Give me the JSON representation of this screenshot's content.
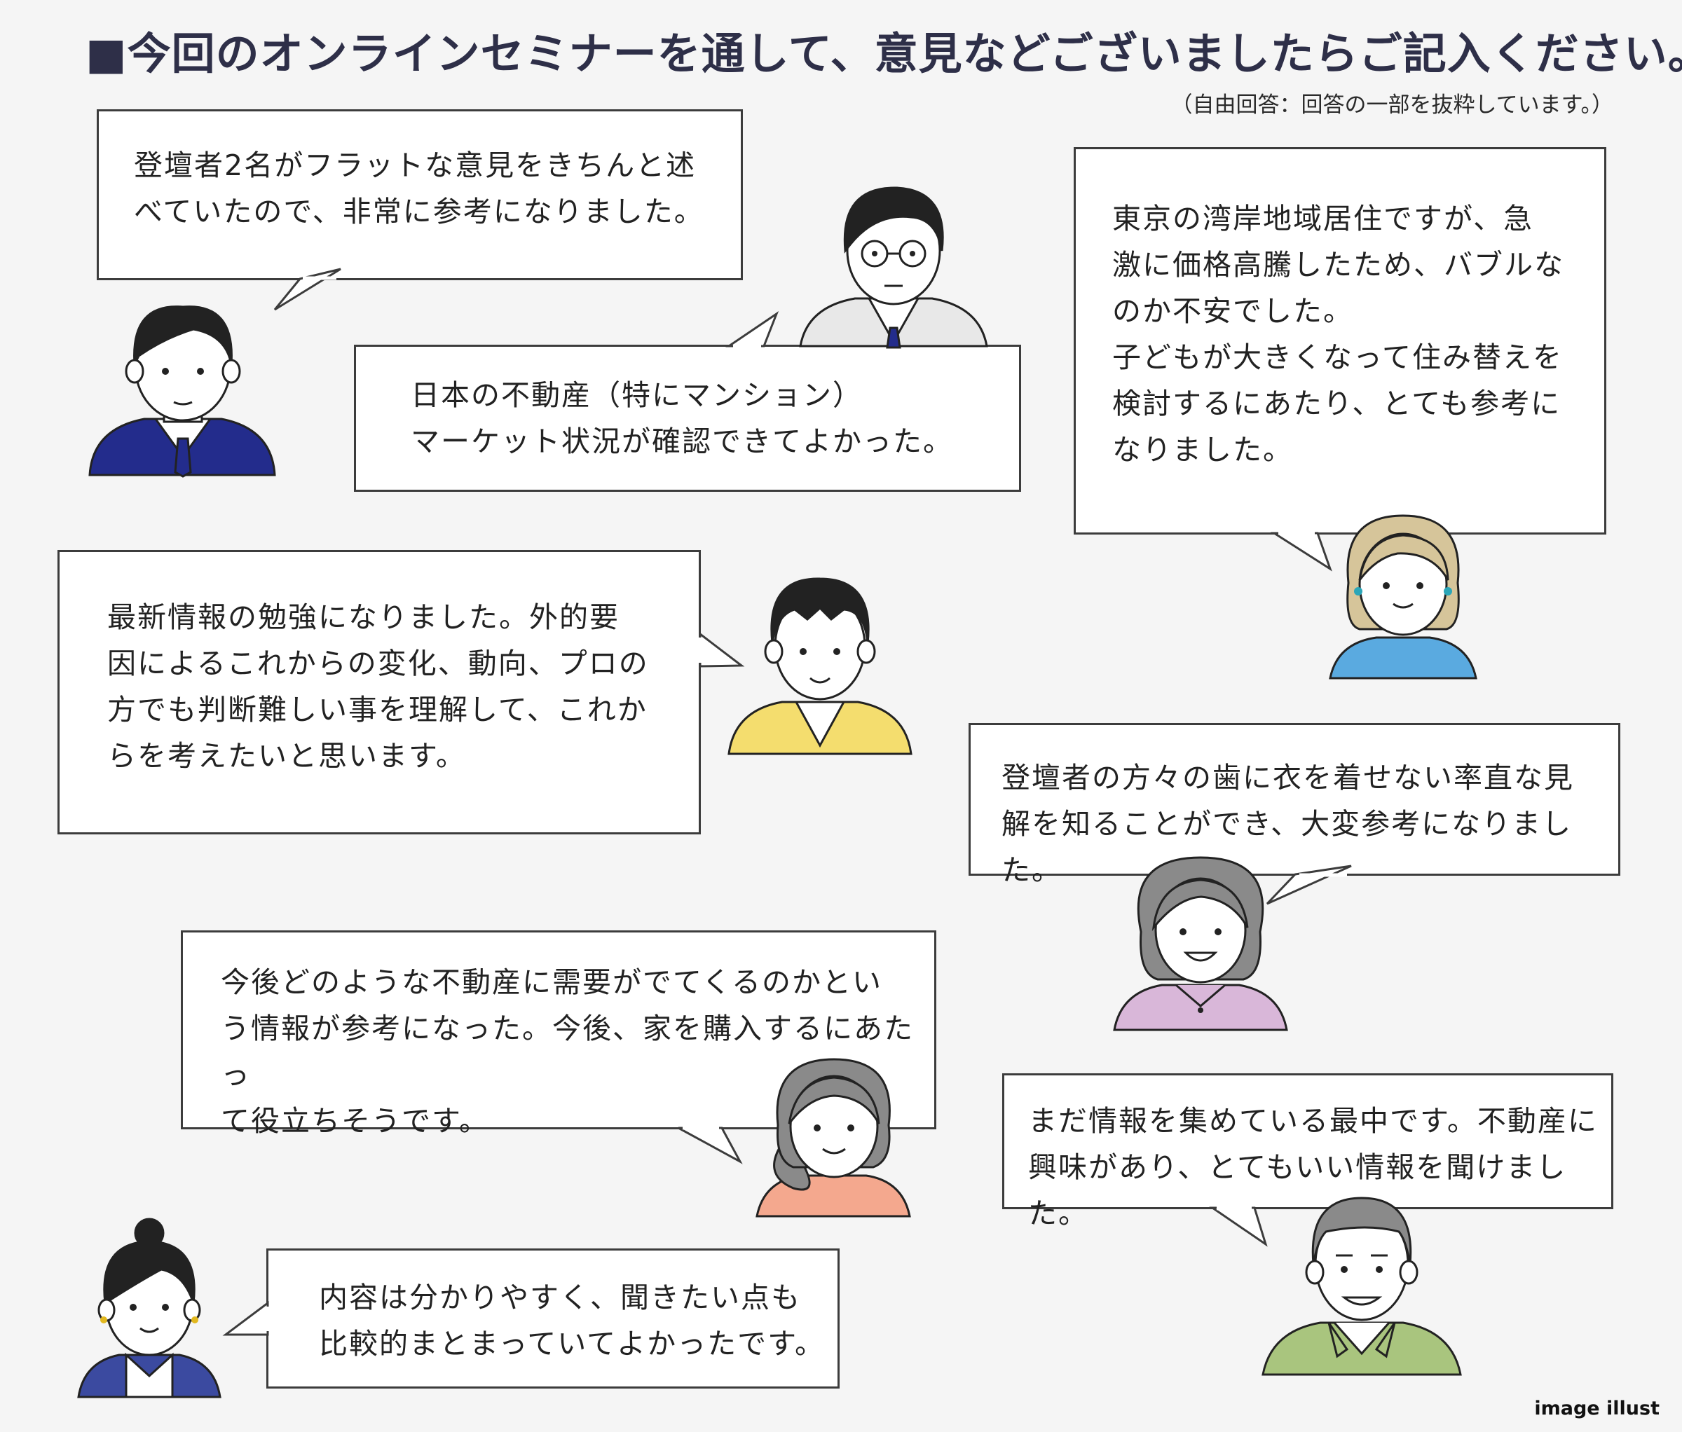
{
  "header": {
    "title": "■今回のオンラインセミナーを通して、意見などございましたらご記入ください。",
    "subtitle": "（自由回答：回答の一部を抜粋しています。）"
  },
  "comments": [
    "登壇者2名がフラットな意見をきちんと述\nべていたので、非常に参考になりました。",
    "日本の不動産（特にマンション）\nマーケット状況が確認できてよかった。",
    "東京の湾岸地域居住ですが、急\n激に価格高騰したため、バブルな\nのか不安でした。\n子どもが大きくなって住み替えを\n検討するにあたり、とても参考に\nなりました。",
    "最新情報の勉強になりました。外的要\n因によるこれからの変化、動向、プロの\n方でも判断難しい事を理解して、これか\nらを考えたいと思います。",
    "登壇者の方々の歯に衣を着せない率直な見\n解を知ることができ、大変参考になりました。",
    "今後どのような不動産に需要がでてくるのかとい\nう情報が参考になった。今後、家を購入するにあたっ\nて役立ちそうです。",
    "まだ情報を集めている最中です。不動産に\n興味があり、とてもいい情報を聞けました。",
    "内容は分かりやすく、聞きたい点も\n比較的まとまっていてよかったです。"
  ],
  "credit": "image illust",
  "colors": {
    "navy": "#232c8c",
    "yellow": "#f4dd6e",
    "blue": "#5aaae0",
    "lavender": "#d9b7d9",
    "salmon": "#f4a88e",
    "green": "#a9c57e",
    "hair_gray": "#8a8a8a",
    "hair_blond": "#d6c59a"
  }
}
